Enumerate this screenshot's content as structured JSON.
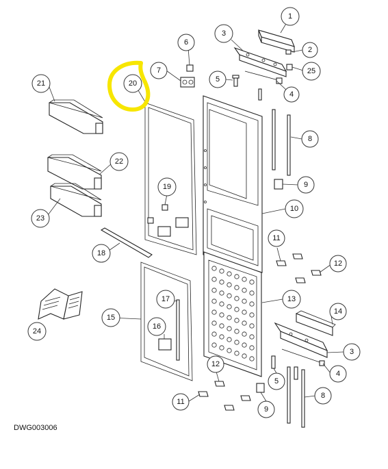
{
  "drawing_code": "DWG003006",
  "highlight_color": "#f7e600",
  "callouts": [
    {
      "id": "c1",
      "label": "1"
    },
    {
      "id": "c2",
      "label": "2"
    },
    {
      "id": "c3a",
      "label": "3"
    },
    {
      "id": "c25",
      "label": "25"
    },
    {
      "id": "c4a",
      "label": "4"
    },
    {
      "id": "c5a",
      "label": "5"
    },
    {
      "id": "c6",
      "label": "6"
    },
    {
      "id": "c7",
      "label": "7"
    },
    {
      "id": "c20",
      "label": "20"
    },
    {
      "id": "c21",
      "label": "21"
    },
    {
      "id": "c22",
      "label": "22"
    },
    {
      "id": "c23",
      "label": "23"
    },
    {
      "id": "c19",
      "label": "19"
    },
    {
      "id": "c8a",
      "label": "8"
    },
    {
      "id": "c9a",
      "label": "9"
    },
    {
      "id": "c10",
      "label": "10"
    },
    {
      "id": "c18",
      "label": "18"
    },
    {
      "id": "c11a",
      "label": "11"
    },
    {
      "id": "c12a",
      "label": "12"
    },
    {
      "id": "c13",
      "label": "13"
    },
    {
      "id": "c14",
      "label": "14"
    },
    {
      "id": "c24",
      "label": "24"
    },
    {
      "id": "c15",
      "label": "15"
    },
    {
      "id": "c17",
      "label": "17"
    },
    {
      "id": "c16",
      "label": "16"
    },
    {
      "id": "c3b",
      "label": "3"
    },
    {
      "id": "c4b",
      "label": "4"
    },
    {
      "id": "c5b",
      "label": "5"
    },
    {
      "id": "c8b",
      "label": "8"
    },
    {
      "id": "c12b",
      "label": "12"
    },
    {
      "id": "c11b",
      "label": "11"
    },
    {
      "id": "c9b",
      "label": "9"
    }
  ]
}
